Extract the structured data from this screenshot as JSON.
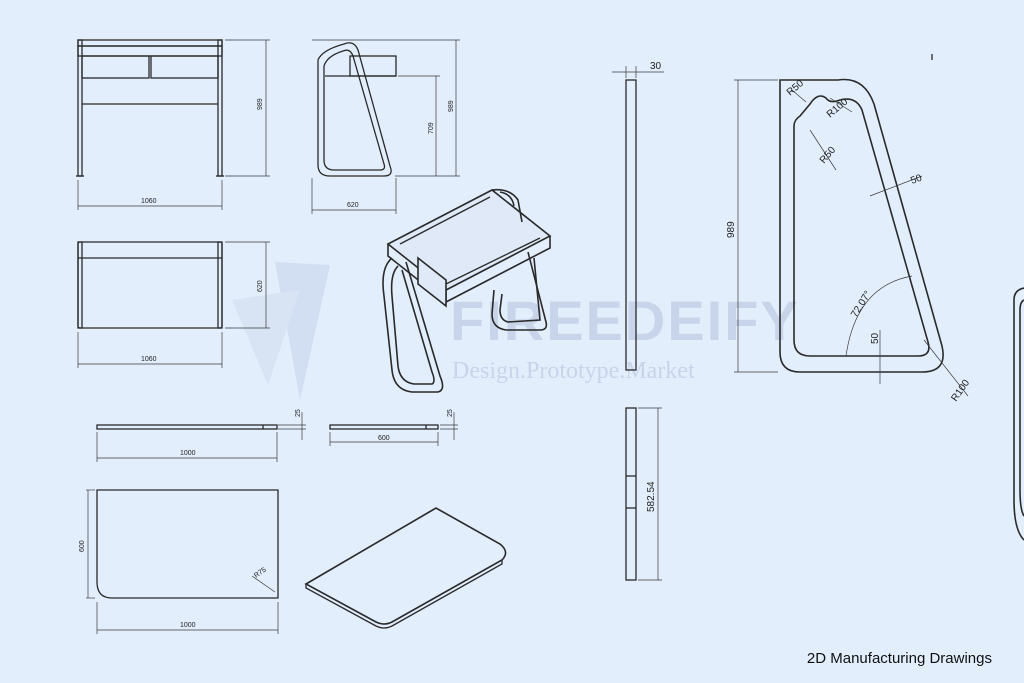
{
  "caption": "2D Manufacturing Drawings",
  "watermark": {
    "brand": "FIREEDEIFY",
    "tagline": "Design.Prototype.Market"
  },
  "dimensions": {
    "front_height": "989",
    "front_width": "1060",
    "side_height_total": "989",
    "side_height_inner": "709",
    "side_width": "620",
    "top_depth": "620",
    "top_width": "1060",
    "board_thickness_a": "25",
    "board_length_a": "1000",
    "board_thickness_b": "25",
    "board_length_b": "600",
    "panel_depth": "600",
    "panel_width": "1000",
    "panel_radius": "R75",
    "bar_width": "30",
    "bar_length": "582.54",
    "frame_height": "989",
    "frame_radius_top_small": "R50",
    "frame_radius_top_large": "R100",
    "frame_radius_inner": "R50",
    "frame_tube_width": "50",
    "frame_angle": "72.07°",
    "frame_bottom_offset": "50",
    "frame_radius_bottom": "R100"
  },
  "colors": {
    "background": "#e3eefd",
    "line": "#2a2a2a",
    "watermark": "#c7d4ea"
  }
}
